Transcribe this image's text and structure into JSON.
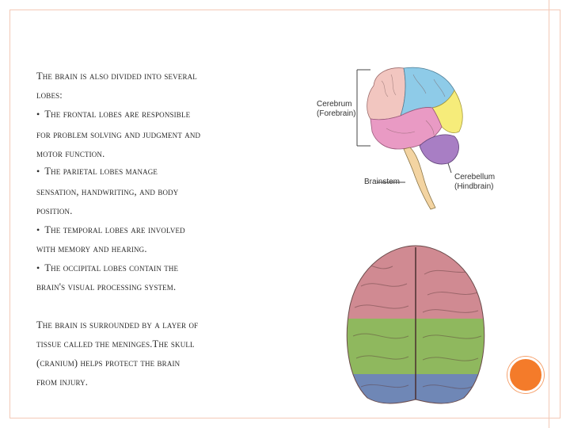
{
  "slide": {
    "lines": [
      "The brain is also divided into several",
      "lobes:",
      "The frontal lobes are responsible",
      "for problem solving and judgment and",
      "motor function.",
      "The parietal lobes manage",
      "sensation, handwriting, and body",
      "position.",
      "The temporal lobes are involved",
      "with memory and hearing.",
      "The occipital lobes contain the",
      "brain's visual processing system.",
      "The brain is surrounded by a layer of",
      "tissue called the meninges.The skull",
      "(cranium) helps protect the brain",
      "from injury."
    ],
    "bullet_glyph": "•"
  },
  "diagram": {
    "cerebrum_label": "Cerebrum",
    "cerebrum_sub": "(Forebrain)",
    "brainstem_label": "Brainstem",
    "cerebellum_label": "Cerebellum",
    "cerebellum_sub": "(Hindbrain)"
  },
  "colors": {
    "frame": "#f3c9b6",
    "accent_dot": "#f47b2a",
    "frontal": "#f2c6c0",
    "parietal": "#8ecbe8",
    "temporal": "#e99ac4",
    "occipital": "#f6ec7a",
    "cerebellum": "#a87ec4",
    "brainstem": "#f3d4a2",
    "top_pink": "#d08a92",
    "top_green": "#8fb85e",
    "top_blue": "#6f87b6"
  }
}
